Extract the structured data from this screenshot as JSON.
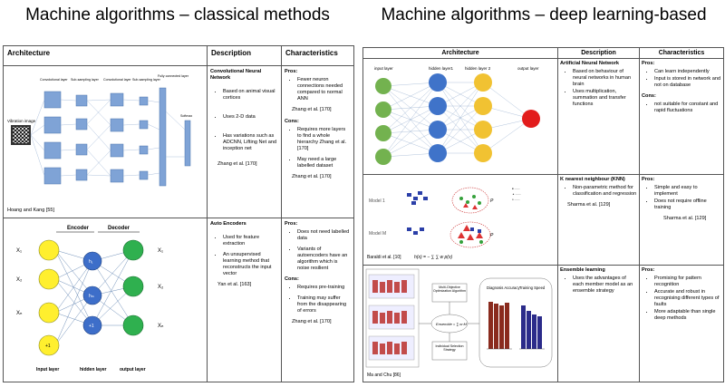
{
  "left": {
    "title": "Machine algorithms – classical methods",
    "headers": {
      "architecture": "Architecture",
      "description": "Description",
      "characteristics": "Characteristics"
    },
    "cnn": {
      "name": "Convolutional Neural Network",
      "desc": [
        "Based on animal visual cortices",
        "Uses 2-D data",
        "Has variations such as ADCNN, Lifting Net and inception net"
      ],
      "desc_ref": "Zhang et al. [170]",
      "pros_label": "Pros:",
      "pros": [
        "Fewer neuron connections needed compared to normal ANN"
      ],
      "pros_ref": "Zhang et al. [170]",
      "cons_label": "Cons:",
      "cons": [
        "Requires more layers to find a whole hierarchy Zhang et al. [170]",
        "May need a large labelled dataset"
      ],
      "cons_ref": "Zhang et al. [170]",
      "fig_caption": "Hoang and Kang [55]",
      "fig_labels": {
        "input": "Vibration image",
        "conv1": "Convolutional layer",
        "sub1": "Sub-sampling layer",
        "conv2": "Convolutional layer",
        "sub2": "Sub-sampling layer",
        "fc": "Fully connected layer",
        "softmax": "Softmax"
      }
    },
    "ae": {
      "name": "Auto Encoders",
      "desc": [
        "Used for feature extraction",
        "An unsupervised learning method that reconstructs the input vector"
      ],
      "desc_ref": "Yan et al. [163]",
      "pros_label": "Pros:",
      "pros": [
        "Does not need labelled data",
        "Variants of autoencoders have an algorithm which is noise resilient"
      ],
      "cons_label": "Cons:",
      "cons": [
        "Requires pre-training",
        "Training may suffer from the disappearing of errors"
      ],
      "cons_ref": "Zhang et al. [170]",
      "fig_labels": {
        "encoder": "Encoder",
        "decoder": "Decoder",
        "x1": "X₁",
        "x2": "X₂",
        "xn": "Xₙ",
        "plus1": "+1",
        "h1": "h₁",
        "hm": "hₘ",
        "hplus1": "+1",
        "out1": "X₁",
        "out2": "X₂",
        "outn": "Xₙ",
        "input_layer": "Input layer",
        "hidden_layer": "hidden layer",
        "output_layer": "output layer"
      }
    }
  },
  "right": {
    "title": "Machine algorithms – deep learning-based",
    "headers": {
      "architecture": "Architecture",
      "description": "Description",
      "characteristics": "Characteristics"
    },
    "ann": {
      "name": "Artificial Neural Network",
      "desc": [
        "Based on behaviour of neural networks in human brain",
        "Uses multiplication, summation and transfer functions"
      ],
      "pros_label": "Pros:",
      "pros": [
        "Can learn independently",
        "Input is stored in network and not on database"
      ],
      "cons_label": "Cons:",
      "cons": [
        "not suitable for constant and rapid fluctuations"
      ],
      "fig_labels": {
        "input": "input layer",
        "hidden1": "hidden layer1",
        "hidden2": "hidden layer 2",
        "output": "output layer"
      }
    },
    "knn": {
      "name": "K nearest neighbour (KNN)",
      "desc": [
        "Non-parametric method for classification and regression"
      ],
      "desc_ref": "Sharma et al. [129]",
      "pros_label": "Pros:",
      "pros": [
        "Simple and easy to implement",
        "Does not require offline training"
      ],
      "pros_ref": "Sharma et al. [129]",
      "fig_caption": "Baraldi et al. [10]",
      "fig_labels": {
        "model1": "Model 1",
        "modelm": "Model M"
      }
    },
    "ensemble": {
      "name": "Ensemble learning",
      "desc": [
        "Uses the advantages of each member model as an ensemble strategy"
      ],
      "pros_label": "Pros:",
      "pros": [
        "Promising for pattern recognition",
        "Accurate and robust in recognising different types of faults",
        "More adaptable than single deep methods"
      ],
      "fig_caption": "Ma and Chu [86]",
      "fig_labels": {
        "moo": "Multi-Objective Optimization Algorithm",
        "iss": "Individual Selection Strategy",
        "acc": "Diagnosis Accuracy",
        "speed": "Training Speed"
      }
    }
  }
}
